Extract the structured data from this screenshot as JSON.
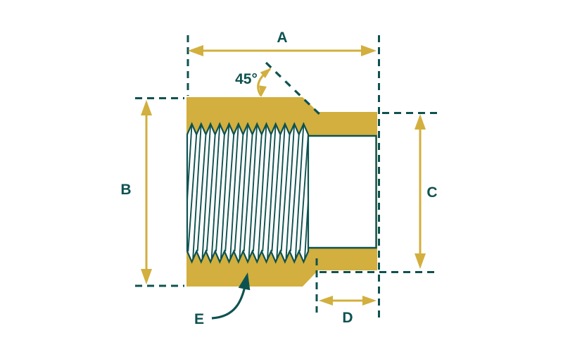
{
  "diagram": {
    "labels": {
      "dim_a": "A",
      "dim_b": "B",
      "dim_c": "C",
      "dim_d": "D",
      "dim_e": "E",
      "chamfer_angle": "45°"
    },
    "colors": {
      "brass": "#d2af3e",
      "outline_teal": "#0e5250",
      "background": "#ffffff"
    }
  }
}
